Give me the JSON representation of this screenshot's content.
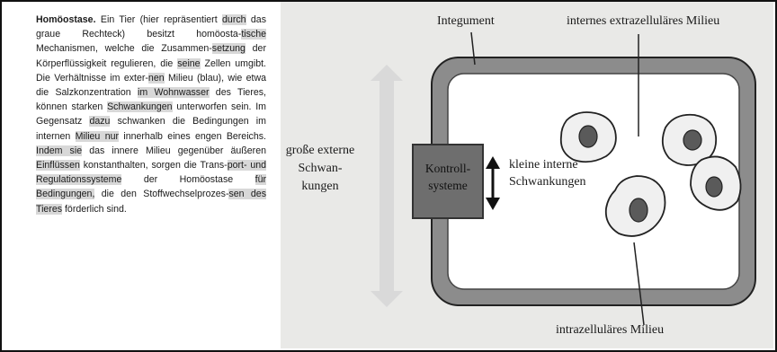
{
  "caption": {
    "heading": "Homöostase.",
    "segments": [
      {
        "text": " Ein Tier (hier repräsentiert ",
        "hl": false
      },
      {
        "text": "durch",
        "hl": true
      },
      {
        "text": " das graue Rechteck) besitzt homöosta-",
        "hl": false
      },
      {
        "text": "tische",
        "hl": true
      },
      {
        "text": " Mechanismen, welche die Zusammen-",
        "hl": false
      },
      {
        "text": "setzung",
        "hl": true
      },
      {
        "text": " der Körperflüssigkeit regulieren, die ",
        "hl": false
      },
      {
        "text": "seine",
        "hl": true
      },
      {
        "text": " Zellen umgibt. Die Verhältnisse im exter-",
        "hl": false
      },
      {
        "text": "nen",
        "hl": true
      },
      {
        "text": " Milieu (blau), wie etwa die Salzkonzentration ",
        "hl": false
      },
      {
        "text": "im Wohnwasser",
        "hl": true
      },
      {
        "text": " des Tieres, können starken ",
        "hl": false
      },
      {
        "text": "Schwankungen",
        "hl": true
      },
      {
        "text": " unterworfen sein. Im Gegensatz ",
        "hl": false
      },
      {
        "text": "dazu",
        "hl": true
      },
      {
        "text": " schwanken die Bedingungen im internen ",
        "hl": false
      },
      {
        "text": "Milieu nur",
        "hl": true
      },
      {
        "text": " innerhalb eines engen Bereichs. ",
        "hl": false
      },
      {
        "text": "Indem sie",
        "hl": true
      },
      {
        "text": " das innere Milieu gegenüber äußeren ",
        "hl": false
      },
      {
        "text": "Einflüssen",
        "hl": true
      },
      {
        "text": " konstanthalten, sorgen die Trans-",
        "hl": false
      },
      {
        "text": "port- und Regulationssysteme",
        "hl": true
      },
      {
        "text": " der Homöostase ",
        "hl": false
      },
      {
        "text": "für Bedingungen,",
        "hl": true
      },
      {
        "text": " die den Stoffwechselprozes-",
        "hl": false
      },
      {
        "text": "sen des Tieres",
        "hl": true
      },
      {
        "text": " förderlich sind.",
        "hl": false
      }
    ]
  },
  "figure": {
    "label_integument": "Integument",
    "label_extracellular": "internes extrazelluläres Milieu",
    "label_intracellular": "intrazelluläres Milieu",
    "label_external_fluctuations": "große externe Schwan- kungen",
    "label_internal_fluctuations": "kleine interne Schwankungen",
    "label_control": "Kontroll- systeme",
    "colors": {
      "background": "#e9e9e7",
      "integument": "#8c8c8c",
      "interior": "#ffffff",
      "control_box": "#6e6e6e",
      "cell": "#f0f0f0",
      "nucleus": "#5a5a5a",
      "external_arrow": "#d9d9d9"
    }
  }
}
